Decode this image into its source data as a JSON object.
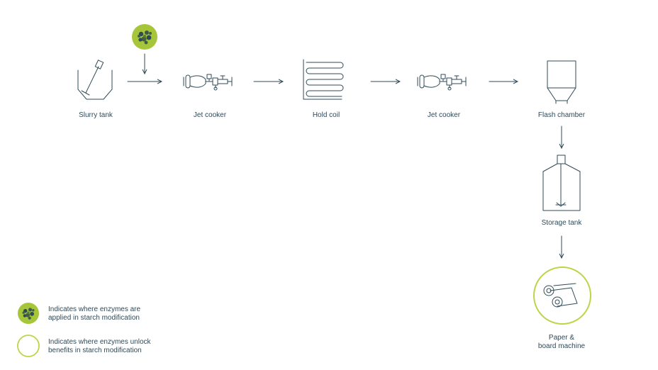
{
  "colors": {
    "line": "#2f4a57",
    "enzyme_fill": "#a7c538",
    "enzyme_ring": "#bdd448"
  },
  "steps": [
    {
      "label": "Slurry tank",
      "icon": "slurry-tank-icon"
    },
    {
      "label": "Jet cooker",
      "icon": "jet-cooker-icon"
    },
    {
      "label": "Hold coil",
      "icon": "hold-coil-icon"
    },
    {
      "label": "Jet cooker",
      "icon": "jet-cooker-icon"
    },
    {
      "label": "Flash chamber",
      "icon": "flash-chamber-icon"
    },
    {
      "label": "Storage tank",
      "icon": "storage-tank-icon"
    },
    {
      "label": "Paper &\nboard machine",
      "icon": "paper-machine-icon"
    }
  ],
  "legend": [
    {
      "icon": "enzyme-applied-icon",
      "text": "Indicates where enzymes are\napplied in starch modification"
    },
    {
      "icon": "enzyme-benefit-ring-icon",
      "text": "Indicates where enzymes unlock\nbenefits in starch modification"
    }
  ]
}
